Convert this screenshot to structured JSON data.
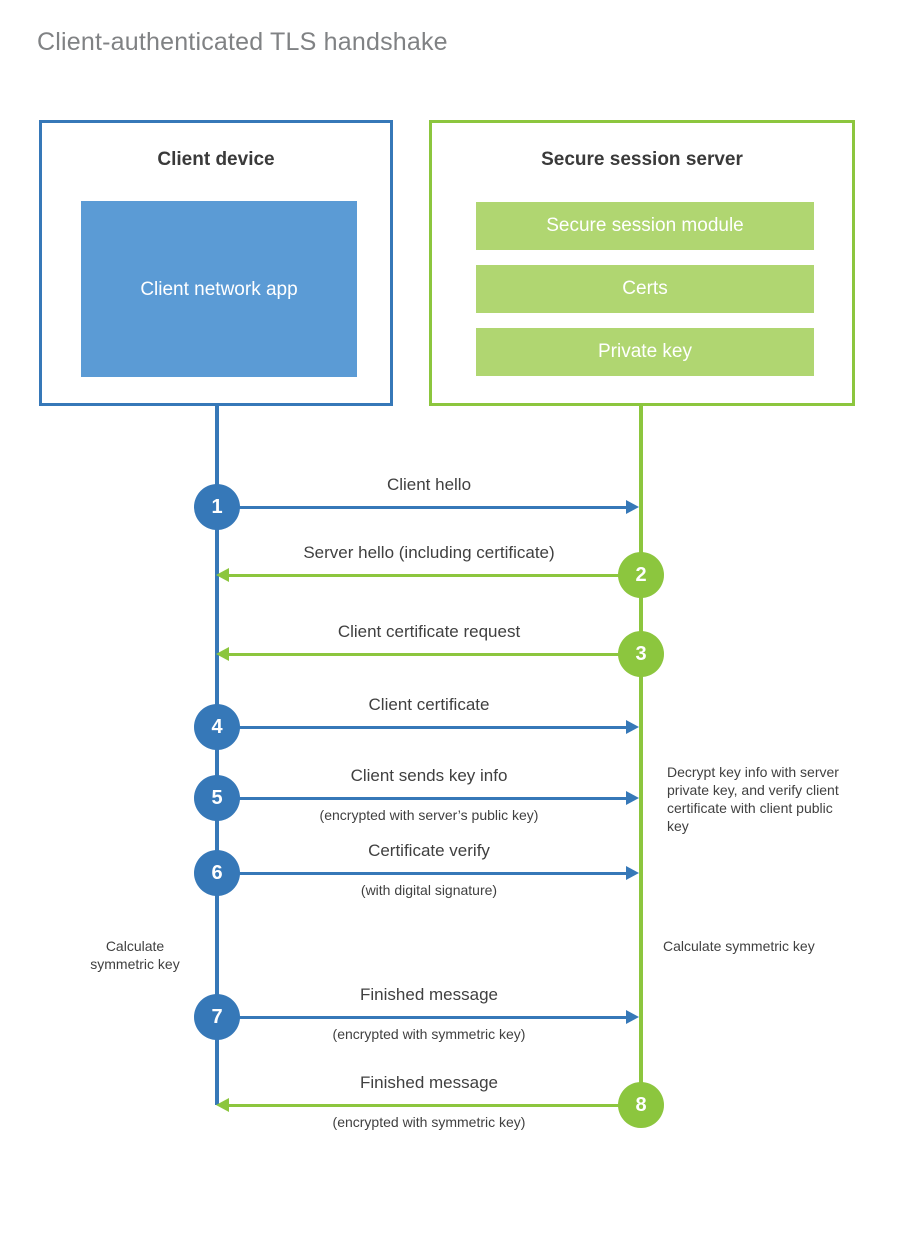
{
  "title": "Client-authenticated TLS handshake",
  "colors": {
    "client_accent": "#3678b8",
    "server_accent": "#8cc63e",
    "client_app_fill": "#5b9bd5",
    "server_bar_fill": "#b0d671",
    "title_text": "#808284",
    "body_text": "#404040",
    "heading_text": "#3a3a3a"
  },
  "client": {
    "title": "Client device",
    "app_label": "Client network app"
  },
  "server": {
    "title": "Secure session server",
    "components": [
      "Secure session module",
      "Certs",
      "Private key"
    ]
  },
  "messages": [
    {
      "step": "1",
      "label": "Client hello",
      "sublabel": "",
      "direction": "client-to-server",
      "actor": "client"
    },
    {
      "step": "2",
      "label": "Server hello (including certificate)",
      "sublabel": "",
      "direction": "server-to-client",
      "actor": "server"
    },
    {
      "step": "3",
      "label": "Client certificate request",
      "sublabel": "",
      "direction": "server-to-client",
      "actor": "server"
    },
    {
      "step": "4",
      "label": "Client certificate",
      "sublabel": "",
      "direction": "client-to-server",
      "actor": "client"
    },
    {
      "step": "5",
      "label": "Client sends key info",
      "sublabel": "(encrypted with server’s public key)",
      "direction": "client-to-server",
      "actor": "client"
    },
    {
      "step": "6",
      "label": "Certificate verify",
      "sublabel": "(with digital signature)",
      "direction": "client-to-server",
      "actor": "client"
    },
    {
      "step": "7",
      "label": "Finished message",
      "sublabel": "(encrypted with symmetric key)",
      "direction": "client-to-server",
      "actor": "client"
    },
    {
      "step": "8",
      "label": "Finished message",
      "sublabel": "(encrypted with symmetric key)",
      "direction": "server-to-client",
      "actor": "server"
    }
  ],
  "annotations": {
    "server_decrypt": "Decrypt key info with server private key, and verify client certificate with client public key",
    "client_calculate": "Calculate symmetric key",
    "server_calculate": "Calculate symmetric key"
  }
}
